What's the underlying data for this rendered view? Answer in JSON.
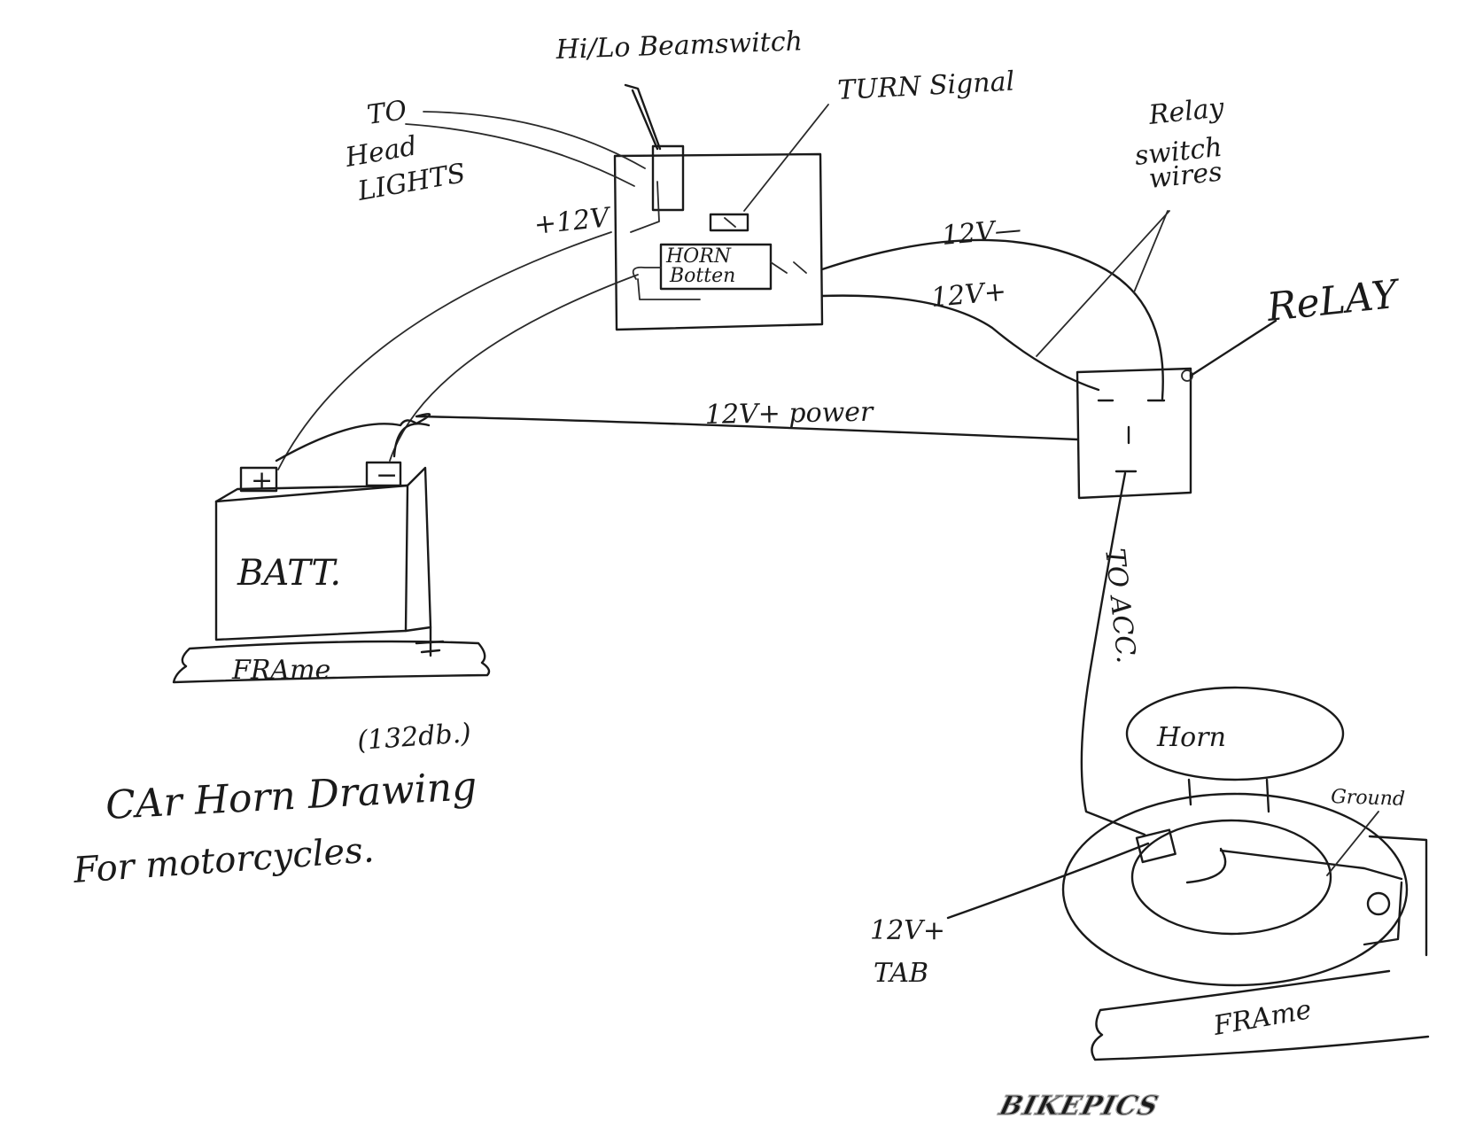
{
  "labels": {
    "hi_lo_beam_switch": "Hi/Lo Beamswitch",
    "turn_signal": "TURN Signal",
    "to_head_lights": [
      "TO",
      "Head",
      "LIGHTS"
    ],
    "plus_12v_battery": "+12V",
    "horn_button": [
      "HORN",
      "Botten"
    ],
    "relay_switch_wires": [
      "Relay",
      "switch",
      "wires"
    ],
    "wire_12v_minus": "12V—",
    "wire_12v_plus": "12V+",
    "relay": "ReLAY",
    "power_line": "12V+   power",
    "battery": "BATT.",
    "battery_plus": "+",
    "battery_minus": "−",
    "frame_left": "FRAme",
    "to_acc": "TO ACC.",
    "horn": "Horn",
    "ground": "Ground",
    "tab_12v": [
      "12V+",
      "TAB"
    ],
    "frame_right": "FRAme",
    "db_note": "(132db.)",
    "title": "CAr Horn Drawing",
    "subtitle": "For motorcycles."
  },
  "watermark": "BIKEPICS",
  "colors": {
    "ink": "#1a1a1a",
    "paper": "#ffffff",
    "watermark_outline": "#9a9a9a"
  }
}
